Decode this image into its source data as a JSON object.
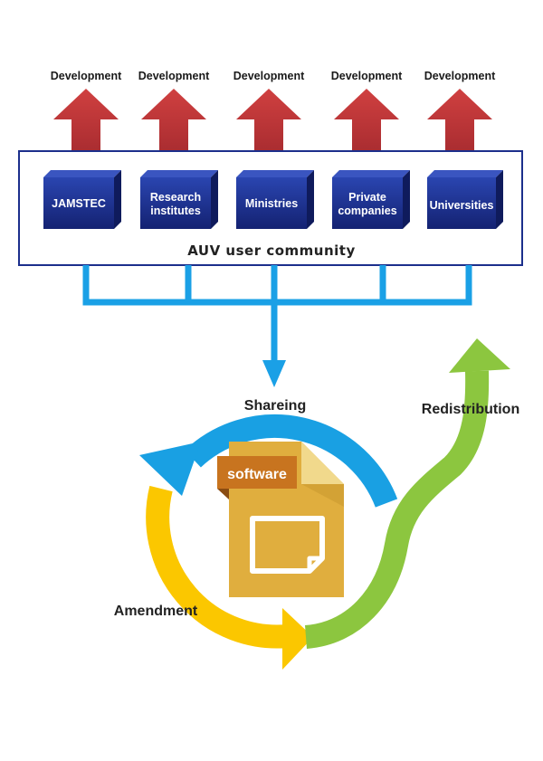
{
  "development_labels": [
    "Development",
    "Development",
    "Development",
    "Development",
    "Development"
  ],
  "organizations": [
    {
      "line1": "JAMSTEC",
      "line2": ""
    },
    {
      "line1": "Research",
      "line2": "institutes"
    },
    {
      "line1": "Ministries",
      "line2": ""
    },
    {
      "line1": "Private",
      "line2": "companies"
    },
    {
      "line1": "Universities",
      "line2": ""
    }
  ],
  "community_label": "AUV user community",
  "cycle": {
    "sharing": "Shareing",
    "redistribution": "Redistribution",
    "amendment": "Amendment"
  },
  "software_label": "software",
  "colors": {
    "arrow_red": "#c0393b",
    "box_blue": "#1c2f8c",
    "connector_blue": "#1aa0e6",
    "cycle_blue": "#19a0e3",
    "cycle_yellow": "#fbc700",
    "cycle_green": "#8cc63f",
    "file_gold": "#e0ae3e",
    "badge_orange": "#c8741f"
  }
}
